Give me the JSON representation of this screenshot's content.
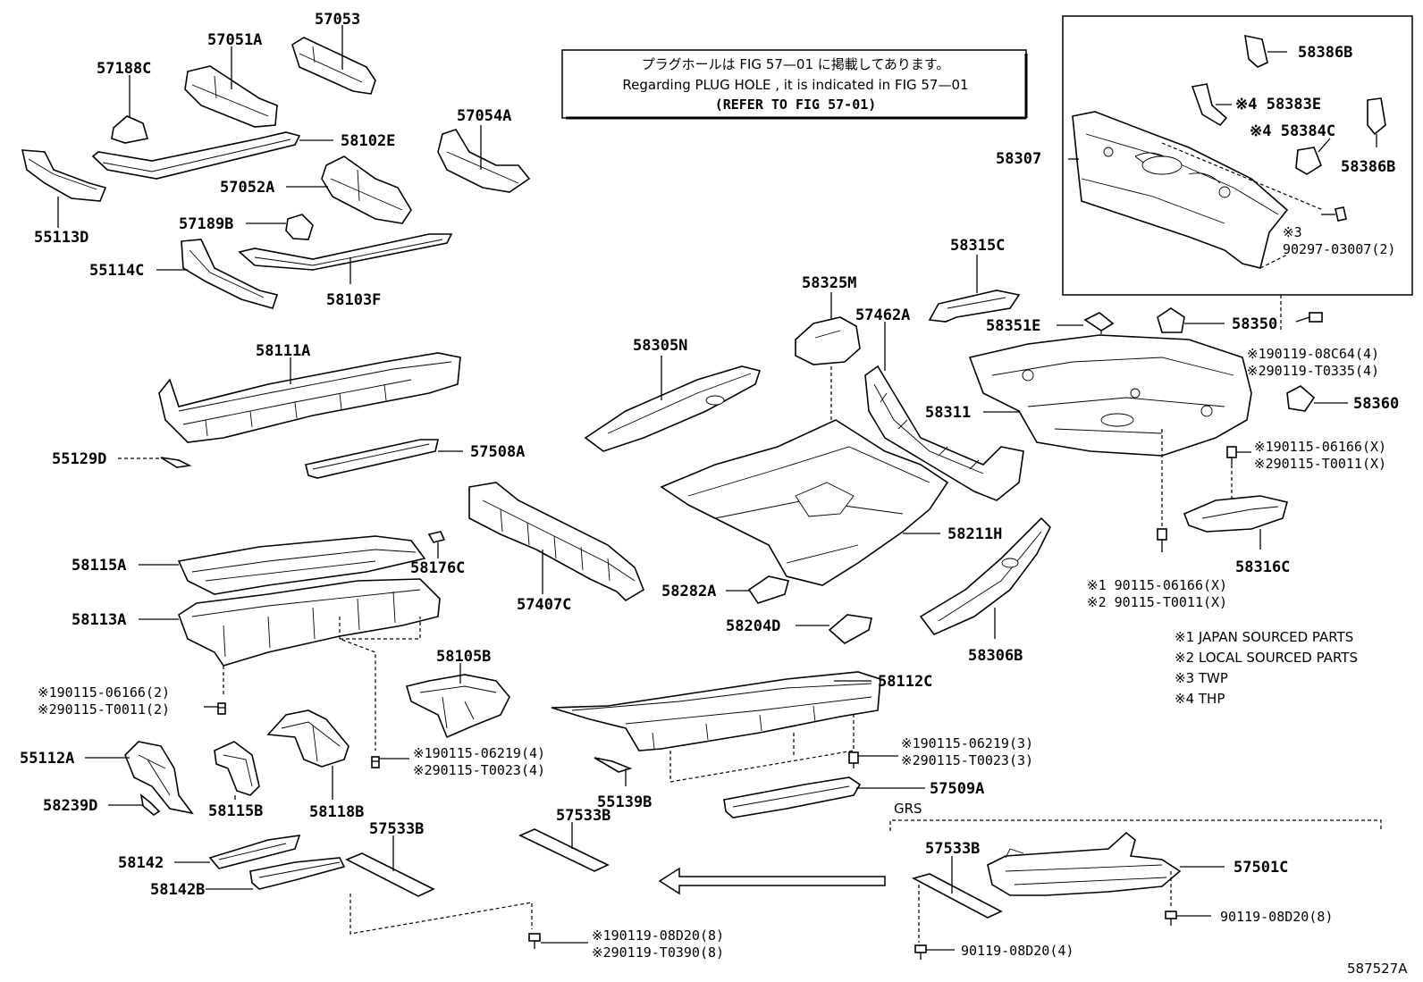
{
  "notice": {
    "line1": "プラグホールは FIG 57—01 に掲載してあります。",
    "line2": "Regarding PLUG HOLE , it is indicated in FIG 57—01",
    "line3": "(REFER TO FIG 57-01)"
  },
  "labels": {
    "p57053": "57053",
    "p57051A": "57051A",
    "p57188C": "57188C",
    "p58102E": "58102E",
    "p57054A": "57054A",
    "p57052A": "57052A",
    "p55113D": "55113D",
    "p57189B": "57189B",
    "p55114C": "55114C",
    "p58103F": "58103F",
    "p58111A": "58111A",
    "p55129D": "55129D",
    "p57508A": "57508A",
    "p58115A": "58115A",
    "p58176C": "58176C",
    "p58113A": "58113A",
    "p57407C": "57407C",
    "p58105B": "58105B",
    "p55112A": "55112A",
    "p58115B": "58115B",
    "p58118B": "58118B",
    "p58239D": "58239D",
    "p57533B_a": "57533B",
    "p57533B_b": "57533B",
    "p57533B_c": "57533B",
    "p58142": "58142",
    "p58142B": "58142B",
    "p58305N": "58305N",
    "p58325M": "58325M",
    "p57462A": "57462A",
    "p58315C": "58315C",
    "p58351E": "58351E",
    "p58350": "58350",
    "p58311": "58311",
    "p58360": "58360",
    "p58211H": "58211H",
    "p58282A": "58282A",
    "p58204D": "58204D",
    "p58306B": "58306B",
    "p58316C": "58316C",
    "p58112C": "58112C",
    "p55139B": "55139B",
    "p57509A": "57509A",
    "p57501C": "57501C",
    "p58386B_a": "58386B",
    "p58386B_b": "58386B",
    "p58383E": "※4 58383E",
    "p58384C": "※4 58384C",
    "p58307": "58307",
    "grs": "GRS",
    "figno": "587527A"
  },
  "fasteners": {
    "f1a": "※3",
    "f1b": "90297-03007(2)",
    "f2a": "※190119-08C64(4)",
    "f2b": "※290119-T0335(4)",
    "f3a": "※190115-06166(X)",
    "f3b": "※290115-T0011(X)",
    "f4a": "※1 90115-06166(X)",
    "f4b": "※2 90115-T0011(X)",
    "f5a": "※190115-06166(2)",
    "f5b": "※290115-T0011(2)",
    "f6a": "※190115-06219(4)",
    "f6b": "※290115-T0023(4)",
    "f7a": "※190115-06219(3)",
    "f7b": "※290115-T0023(3)",
    "f8a": "※190119-08D20(8)",
    "f8b": "※290119-T0390(8)",
    "f9": "90119-08D20(4)",
    "f10": "90119-08D20(8)"
  },
  "legend": [
    "※1 JAPAN SOURCED PARTS",
    "※2 LOCAL SOURCED PARTS",
    "※3 TWP",
    "※4 THP"
  ]
}
